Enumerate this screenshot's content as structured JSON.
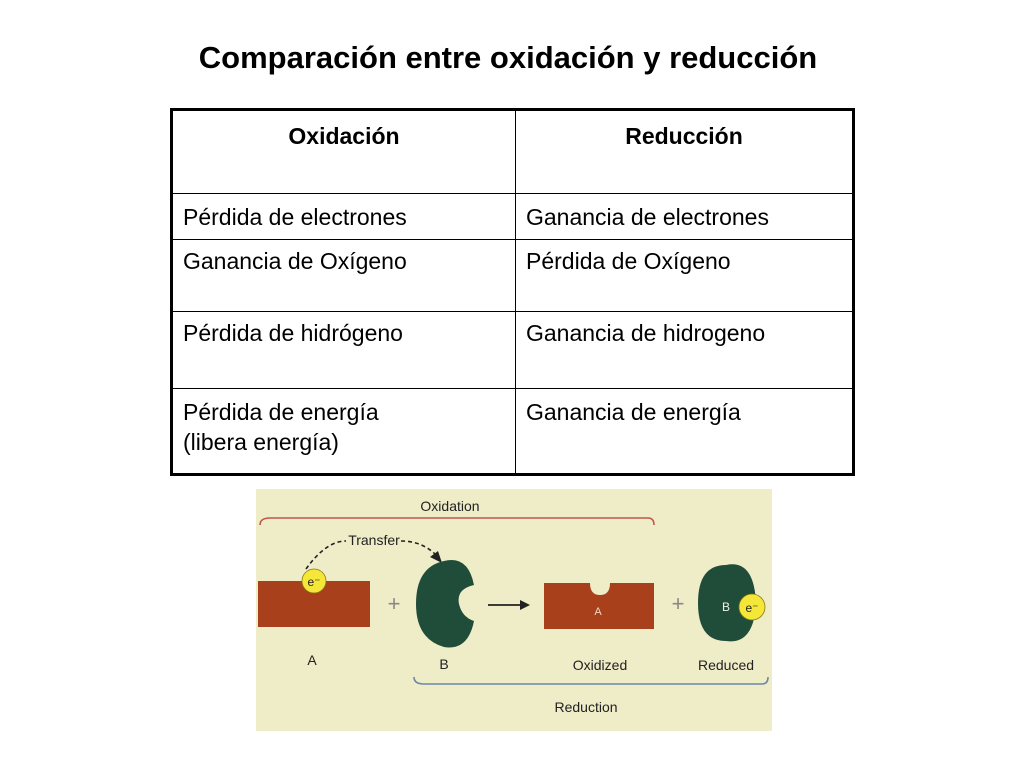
{
  "title": "Comparación entre oxidación y reducción",
  "table": {
    "headers": [
      "Oxidación",
      "Reducción"
    ],
    "rows": [
      [
        "Pérdida de electrones",
        "Ganancia de electrones"
      ],
      [
        "Ganancia de Oxígeno",
        "Pérdida de Oxígeno"
      ],
      [
        "Pérdida de hidrógeno",
        "Ganancia de hidrogeno"
      ],
      [
        "Pérdida de energía\n(libera energía)",
        "Ganancia de energía"
      ]
    ]
  },
  "diagram": {
    "oxidation_label": "Oxidation",
    "transfer_label": "Transfer",
    "electron_symbol": "e⁻",
    "plus_sign": "+",
    "label_a": "A",
    "label_b": "B",
    "oxidized_label": "Oxidized",
    "reduced_label": "Reduced",
    "reduction_label": "Reduction",
    "colors": {
      "background": "#efecc8",
      "block_a": "#a8401c",
      "molecule_b": "#1f4d3a",
      "electron": "#f5e63a",
      "bracket_top": "#c4554a",
      "bracket_bottom": "#6c88a8"
    }
  }
}
